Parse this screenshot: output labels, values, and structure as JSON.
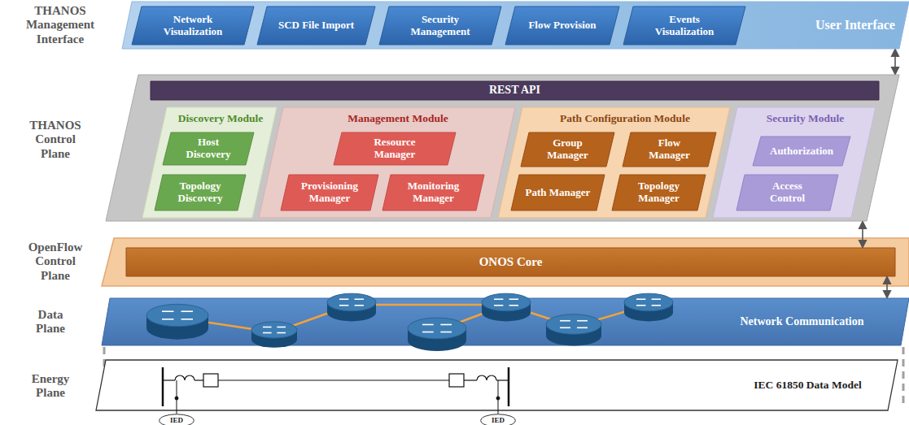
{
  "diagram": {
    "nodes": [
      {
        "text": [
          "User Interface"
        ]
      },
      {
        "text": [
          "Network Visualization"
        ],
        "in": 0
      },
      {
        "text": [
          "SCD File Import"
        ],
        "in": 0
      },
      {
        "text": [
          "Security Management"
        ],
        "in": 0
      },
      {
        "text": [
          "Flow Provision"
        ],
        "in": 0
      },
      {
        "text": [
          "Events Visualization"
        ],
        "in": 0
      },
      {
        "text": []
      },
      {
        "text": [
          "REST API"
        ],
        "in": 6
      },
      {
        "text": [
          "Discovery Module"
        ],
        "in": 6
      },
      {
        "text": [
          "Host Discovery"
        ],
        "in": 8
      },
      {
        "text": [
          "Topology Discovery"
        ],
        "in": 8
      },
      {
        "text": [
          "Management Module"
        ],
        "in": 6
      },
      {
        "text": [
          "Resource Manager"
        ],
        "in": 11
      },
      {
        "text": [
          "Provisioning Manager"
        ],
        "in": 11
      },
      {
        "text": [
          "Monitoring Manager"
        ],
        "in": 11
      },
      {
        "text": [
          "Path Configuration Module"
        ],
        "in": 6
      },
      {
        "text": [
          "Group Manager"
        ],
        "in": 15
      },
      {
        "text": [
          "Flow Manager"
        ],
        "in": 15
      },
      {
        "text": [
          "Path Manager"
        ],
        "in": 15
      },
      {
        "text": [
          "Topology Manager"
        ],
        "in": 15
      },
      {
        "text": [
          "Security Module"
        ],
        "in": 6
      },
      {
        "text": [
          "Authorization"
        ],
        "in": 20
      },
      {
        "text": [
          "Access Control"
        ],
        "in": 20
      },
      {
        "text": [
          "ONOS Core"
        ]
      },
      {
        "text": [
          "Network Communication"
        ]
      },
      {
        "text": [
          "IEC 61850 Data Model"
        ]
      },
      {
        "text": [
          "IED"
        ]
      },
      {
        "text": [
          "IED"
        ]
      }
    ],
    "edges": [
      {
        "from": 0,
        "to": 6,
        "arrow": "both"
      },
      {
        "from": 6,
        "to": 23,
        "arrow": "both"
      },
      {
        "from": 23,
        "to": 24,
        "arrow": "both"
      }
    ],
    "labels": [
      "THANOS Management Interface",
      "THANOS Control Plane",
      "OpenFlow Control Plane",
      "Data Plane",
      "Energy Plane"
    ]
  }
}
